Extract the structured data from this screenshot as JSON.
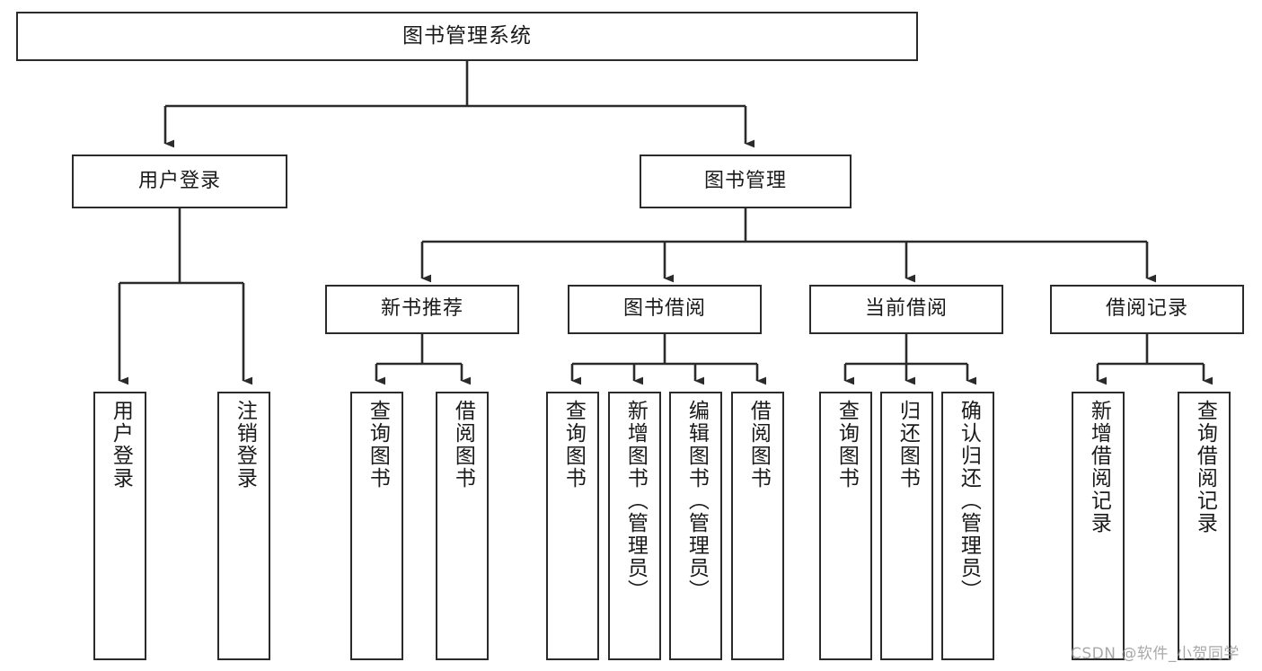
{
  "diagram": {
    "title": "图书管理系统",
    "type": "tree-hierarchy-chart",
    "orientation": "top-down",
    "colors": {
      "node_border": "#2b2b2b",
      "node_fill": "#ffffff",
      "edge": "#2b2b2b",
      "text": "#1a1a1a",
      "watermark": "#9a9a9a",
      "background": "#ffffff"
    }
  },
  "nodes": {
    "root": {
      "label": "图书管理系统",
      "level": 1
    },
    "level2": [
      {
        "id": "user-login",
        "label": "用户登录"
      },
      {
        "id": "book-manage",
        "label": "图书管理"
      }
    ],
    "level3": [
      {
        "id": "new-book-recommend",
        "label": "新书推荐"
      },
      {
        "id": "book-borrow",
        "label": "图书借阅"
      },
      {
        "id": "current-borrow",
        "label": "当前借阅"
      },
      {
        "id": "borrow-record",
        "label": "借阅记录"
      }
    ],
    "leaves": {
      "user-login": [
        {
          "id": "leaf-user-login",
          "label": "用户登录"
        },
        {
          "id": "leaf-logout-login",
          "label": "注销登录"
        }
      ],
      "new-book-recommend": [
        {
          "id": "leaf-query-book-1",
          "label": "查询图书"
        },
        {
          "id": "leaf-borrow-book-1",
          "label": "借阅图书"
        }
      ],
      "book-borrow": [
        {
          "id": "leaf-query-book-2",
          "label": "查询图书"
        },
        {
          "id": "leaf-add-book",
          "label": "新增图书（管理员）"
        },
        {
          "id": "leaf-edit-book",
          "label": "编辑图书（管理员）"
        },
        {
          "id": "leaf-borrow-book-2",
          "label": "借阅图书"
        }
      ],
      "current-borrow": [
        {
          "id": "leaf-query-book-3",
          "label": "查询图书"
        },
        {
          "id": "leaf-return-book",
          "label": "归还图书"
        },
        {
          "id": "leaf-confirm-return",
          "label": "确认归还（管理员）"
        }
      ],
      "borrow-record": [
        {
          "id": "leaf-add-record",
          "label": "新增借阅记录"
        },
        {
          "id": "leaf-query-record",
          "label": "查询借阅记录"
        }
      ]
    }
  },
  "watermark": {
    "text": "CSDN @软件_小贺同学"
  }
}
